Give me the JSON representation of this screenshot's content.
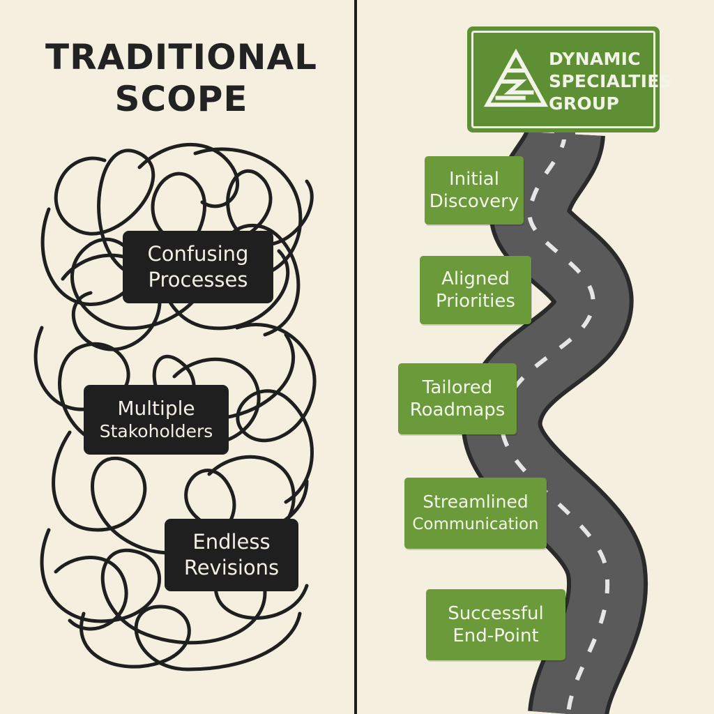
{
  "left_panel": {
    "title_line1": "TRADITIONAL",
    "title_line2": "SCOPE",
    "boxes": [
      {
        "line1": "Confusing",
        "line2": "Processes"
      },
      {
        "line1": "Multiple",
        "line2": "Stakoholders"
      },
      {
        "line1": "Endless",
        "line2": "Revisions"
      }
    ]
  },
  "right_panel": {
    "sign": {
      "line1": "DYNAMIC",
      "line2": "SPECIALTIES",
      "line3": "GROUP"
    },
    "steps": [
      {
        "line1": "Initial",
        "line2": "Discovery"
      },
      {
        "line1": "Aligned",
        "line2": "Priorities"
      },
      {
        "line1": "Tailored",
        "line2": "Roadmaps"
      },
      {
        "line1": "Streamlined",
        "line2": "Communication"
      },
      {
        "line1": "Successful",
        "line2": "End-Point"
      }
    ]
  },
  "colors": {
    "background": "#f5efe0",
    "ink": "#1f1f1f",
    "green": "#6b9a3a",
    "road": "#555555"
  },
  "icons": [
    "tangle-lines",
    "triangle-logo-icon",
    "winding-road"
  ]
}
